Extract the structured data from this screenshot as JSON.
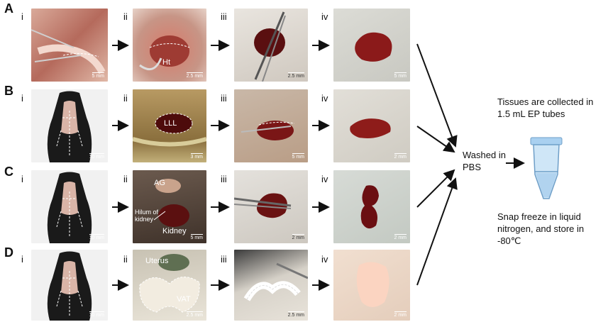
{
  "rows": [
    {
      "letter": "A",
      "steps": [
        "i",
        "ii",
        "iii",
        "iv"
      ],
      "scalebars": [
        "5 mm",
        "2.5 mm",
        "2.5 mm",
        "5 mm"
      ],
      "labels": {
        "ii": "Ht"
      }
    },
    {
      "letter": "B",
      "steps": [
        "i",
        "ii",
        "iii",
        "iv"
      ],
      "scalebars": [
        "10 mm",
        "3 mm",
        "5 mm",
        "2 mm"
      ],
      "labels": {
        "ii": "LLL"
      }
    },
    {
      "letter": "C",
      "steps": [
        "i",
        "ii",
        "iii",
        "iv"
      ],
      "scalebars": [
        "10 mm",
        "5 mm",
        "2 mm",
        "2 mm"
      ],
      "labels": {
        "ii_ag": "AG",
        "ii_hilum": "Hilum of kidney",
        "ii_kidney": "Kidney"
      }
    },
    {
      "letter": "D",
      "steps": [
        "i",
        "ii",
        "iii",
        "iv"
      ],
      "scalebars": [
        "10 mm",
        "2.5 mm",
        "2.5 mm",
        "2 mm"
      ],
      "labels": {
        "ii_uterus": "Uterus",
        "ii_vat": "VAT"
      }
    }
  ],
  "workflow": {
    "washed": "Washed in PBS",
    "collected": "Tissues are collected in 1.5 mL EP tubes",
    "freeze": "Snap freeze in liquid nitrogen, and store in -80℃"
  },
  "colors": {
    "tissue_dark": "#5a0f10",
    "tissue_red": "#8b1a1a",
    "background_fur": "#1a1a1a",
    "tube": "#9cc7ea"
  }
}
